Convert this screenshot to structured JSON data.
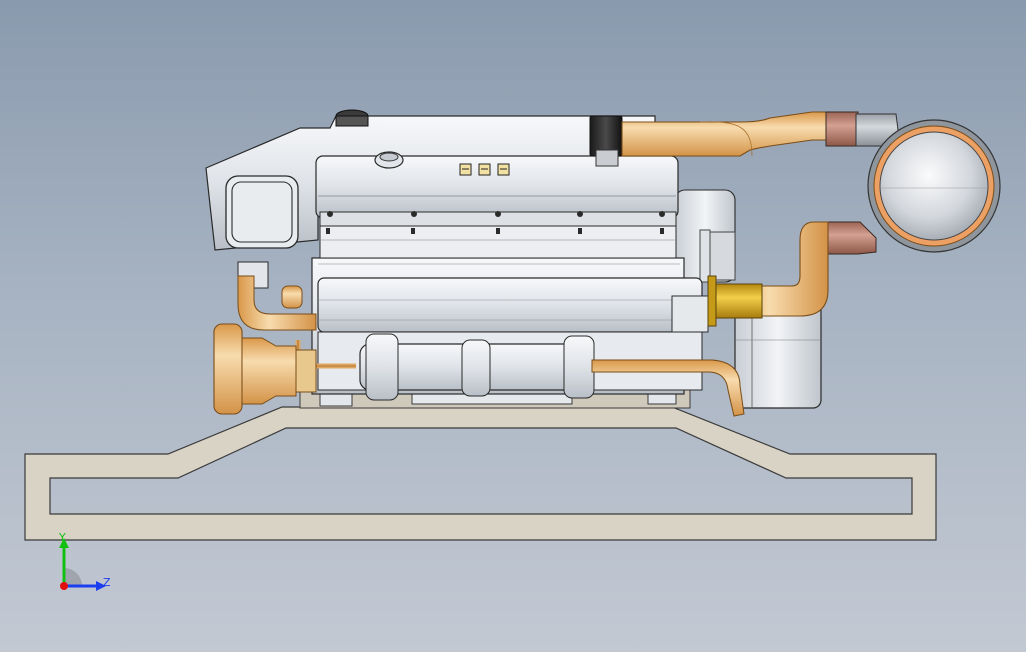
{
  "viewport": {
    "background_top": "#8a9aae",
    "background_bottom": "#c3c9d3",
    "orientation_view": "side"
  },
  "model": {
    "parts": [
      "base-frame",
      "engine-block",
      "valve-cover",
      "turbocharger",
      "exhaust-pipe",
      "coolant-pipe",
      "front-pulley",
      "flywheel-housing",
      "oil-filter"
    ],
    "colors": {
      "metal": "#e2e6ea",
      "copper_pipe": "#e9b46a",
      "pipe_highlight": "#f8dcae",
      "brass_flange": "#d9a81e",
      "rubber_hose": "#b88070",
      "base_fill": "#d9d3c6",
      "outline": "#2a2a2a"
    }
  },
  "triad": {
    "y_label": "Y",
    "z_label": "Z",
    "y_color": "#12c012",
    "z_color": "#1b3ef0",
    "origin_color": "#e01010"
  }
}
